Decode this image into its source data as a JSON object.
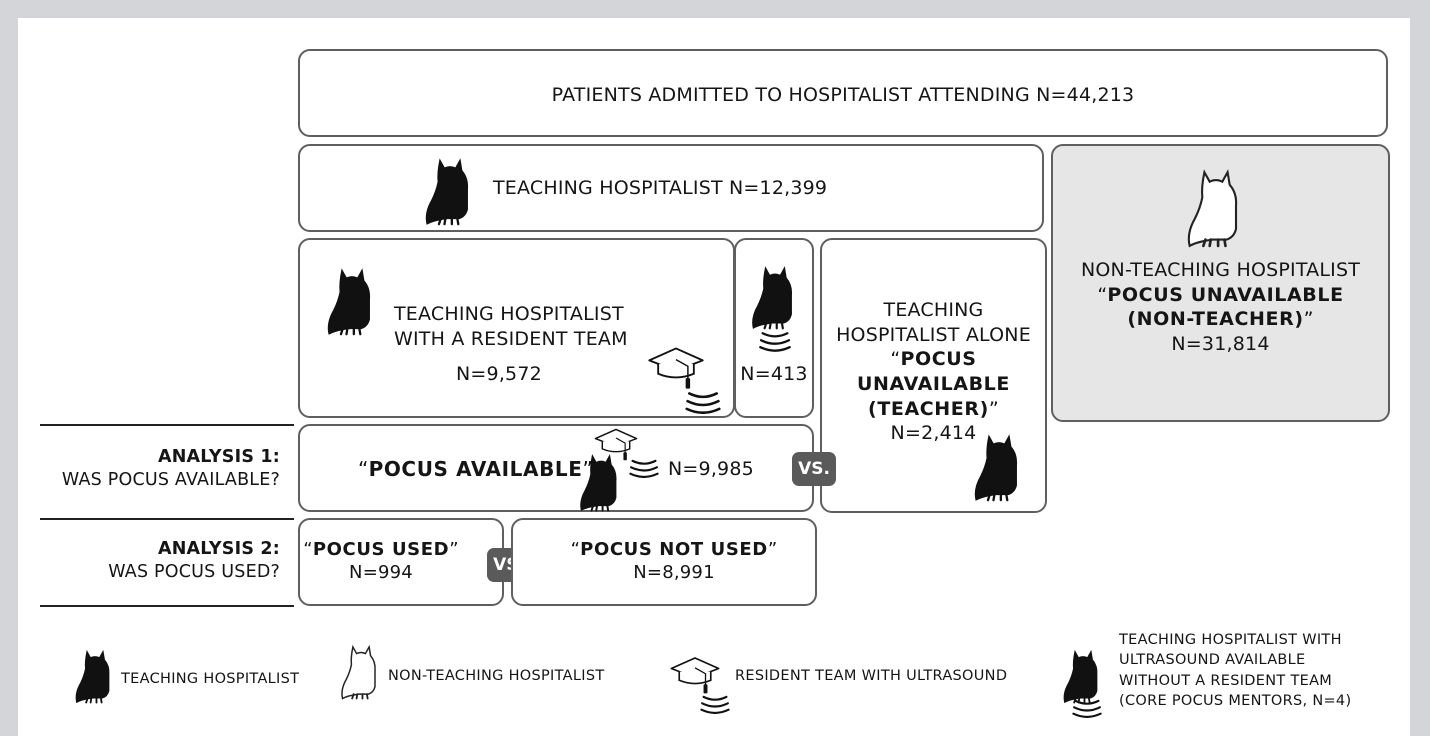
{
  "boxes": {
    "all_patients": "PATIENTS ADMITTED TO HOSPITALIST ATTENDING N=44,213",
    "teaching": "TEACHING HOSPITALIST N=12,399",
    "resident_team": {
      "line1": "TEACHING HOSPITALIST",
      "line2": "WITH A RESIDENT TEAM",
      "n": "N=9,572"
    },
    "core_mentors_n": "N=413",
    "alone": {
      "line1": "TEACHING",
      "line2": "HOSPITALIST ALONE",
      "q1": "“",
      "bold1": "POCUS",
      "bold2": "UNAVAILABLE",
      "bold3": "(TEACHER)",
      "q2": "”",
      "n": "N=2,414"
    },
    "non_teaching": {
      "line1": "NON-TEACHING HOSPITALIST",
      "q1": "“",
      "bold1": "POCUS UNAVAILABLE",
      "bold2": "(NON-TEACHER)",
      "q2": "”",
      "n": "N=31,814"
    },
    "pocus_available": {
      "q1": "“",
      "bold": "POCUS AVAILABLE",
      "q2": "”",
      "n": "N=9,985"
    },
    "pocus_used": {
      "q1": "“",
      "bold": "POCUS USED",
      "q2": "”",
      "n": "N=994"
    },
    "pocus_not_used": {
      "q1": "“",
      "bold": "POCUS NOT USED",
      "q2": "”",
      "n": "N=8,991"
    }
  },
  "vs_label": "VS.",
  "analysis1": {
    "title": "ANALYSIS 1:",
    "question": "WAS POCUS AVAILABLE?"
  },
  "analysis2": {
    "title": "ANALYSIS 2:",
    "question": "WAS POCUS USED?"
  },
  "legend": {
    "teaching": "TEACHING HOSPITALIST",
    "non_teaching": "NON-TEACHING HOSPITALIST",
    "resident": "RESIDENT TEAM WITH ULTRASOUND",
    "mentor_lines": [
      "TEACHING HOSPITALIST WITH",
      "ULTRASOUND AVAILABLE",
      "WITHOUT A RESIDENT TEAM",
      "(CORE POCUS MENTORS, N=4)"
    ]
  },
  "icons": {
    "black_owl": "owl-black-icon",
    "white_owl": "owl-outline-icon",
    "grad_cap": "graduation-cap-icon",
    "ultrasound": "ultrasound-probe-icon"
  },
  "colors": {
    "border": "#5f5f5f",
    "grey_fill": "#e6e6e6",
    "vs_badge": "#5a5a5a",
    "page_frame": "#d3d5d8"
  }
}
